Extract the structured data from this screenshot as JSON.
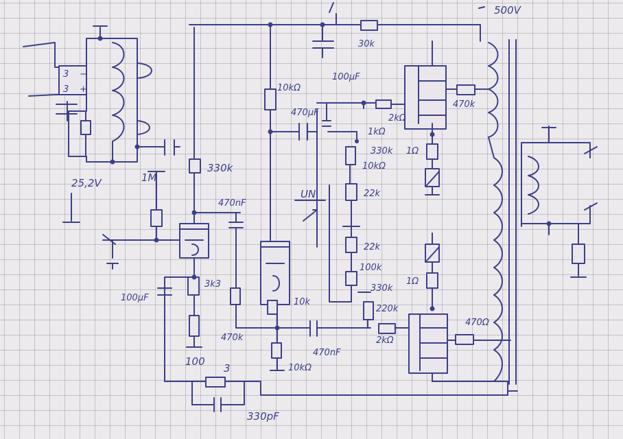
{
  "labels": {
    "supply_500v": "500V",
    "r_30k": "30k",
    "c_100uf": "100μF",
    "r_10k_top": "10kΩ",
    "c_470uf": "470μF",
    "r_2k2_a": "2kΩ",
    "r_1k_top": "1kΩ",
    "r_330k_a": "330k",
    "r_10k_mid": "10kΩ",
    "r_1r_a": "1Ω",
    "r_470k_a": "470k",
    "heater_25v": "25,2V",
    "r_1m": "1M",
    "r_330k_left": "330k",
    "c_470nf_top": "470nF",
    "un_label": "UN",
    "r_22k_a": "22k",
    "r_22k_b": "22k",
    "r_100k": "100k",
    "r_330k_b": "330k",
    "r_1r_b": "1Ω",
    "r_220k": "220k",
    "r_470r_b": "470Ω",
    "r_10k_mid2": "10k",
    "c_100uf_left": "100μF",
    "r_3k": "3k3",
    "r_470k_b": "470k",
    "c_470nf_bot": "470nF",
    "r_2k2_b": "2kΩ",
    "r_10k_bot": "10kΩ",
    "r_100": "100",
    "r_3": "3",
    "c_330pf": "330pF"
  }
}
